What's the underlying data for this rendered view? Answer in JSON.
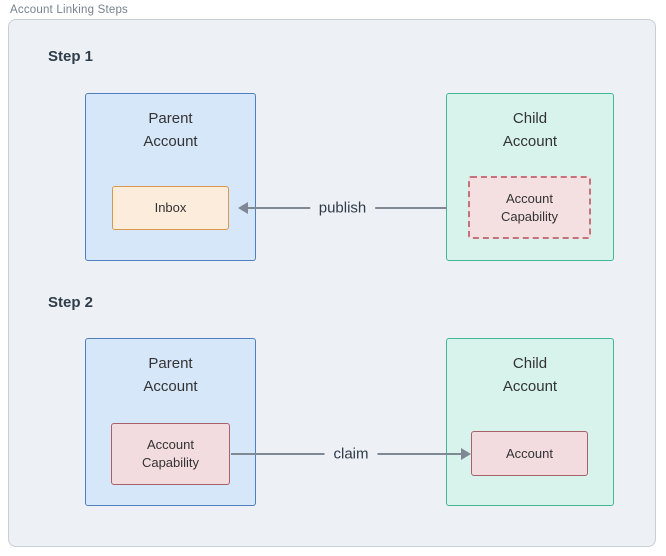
{
  "diagram": {
    "title": "Account Linking Steps",
    "steps": [
      {
        "label": "Step 1",
        "parent": {
          "title": "Parent Account",
          "node": "Inbox"
        },
        "child": {
          "title": "Child Account",
          "node": "Account Capability"
        },
        "edge": {
          "label": "publish",
          "direction": "right-to-left"
        }
      },
      {
        "label": "Step 2",
        "parent": {
          "title": "Parent Account",
          "node": "Account Capability"
        },
        "child": {
          "title": "Child Account",
          "node": "Account"
        },
        "edge": {
          "label": "claim",
          "direction": "left-to-right"
        }
      }
    ],
    "colors": {
      "container_bg": "#edf1f5",
      "container_border": "#c8ced6",
      "parent_fill": "#d7e7fa",
      "parent_border": "#4f7fc1",
      "child_fill": "#d7f3eb",
      "child_border": "#43b695",
      "inbox_fill": "#fcecdb",
      "inbox_border": "#d9994d",
      "capability_fill": "#f2dcdf",
      "capability_border": "#a8606b",
      "capability_dashed_border": "#c4737d",
      "arrow": "#7e8993",
      "step_label_text": "#2e3d49",
      "node_text": "#333333",
      "title_text": "#76828f"
    }
  }
}
